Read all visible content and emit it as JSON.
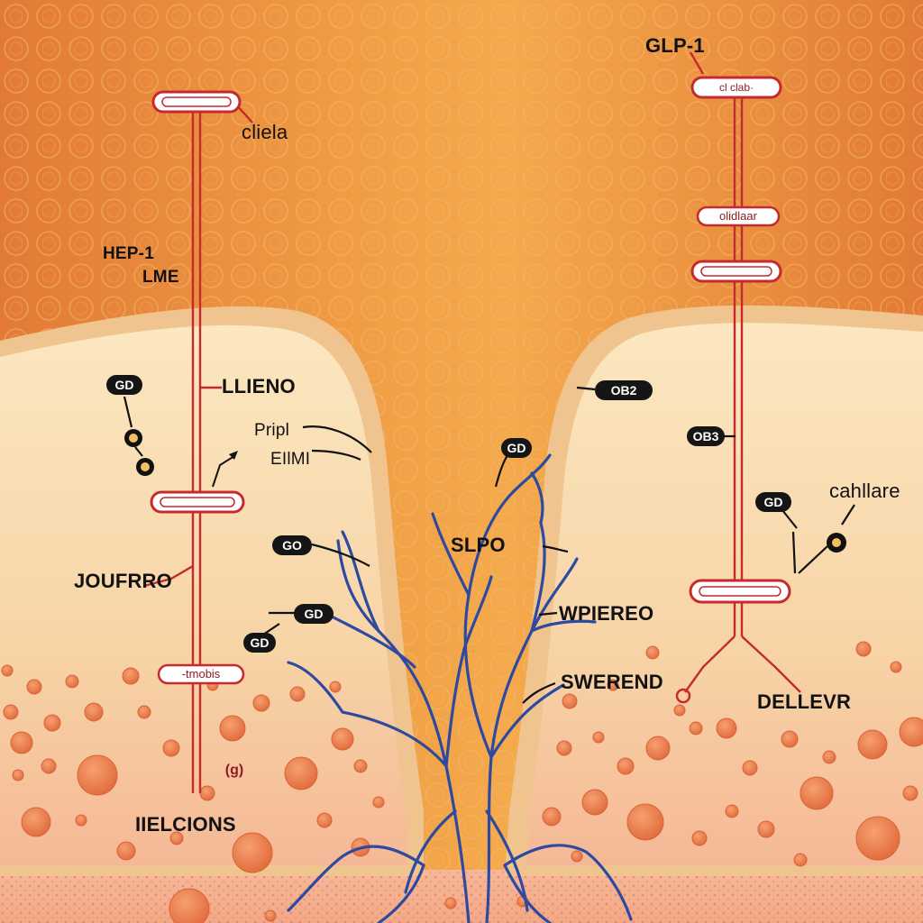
{
  "labels": {
    "glp1": "GLP-1",
    "cliela": "cliela",
    "hep1": "HEP-1",
    "lme": "LME",
    "llieno": "LLIENO",
    "pripl": "Pripl",
    "eilmi": "EIlMI",
    "jourro": "JOUFRRO",
    "slpo": "SLPO",
    "wpiereo": "WPIEREO",
    "swerend": "SWEREND",
    "dellevr": "DELLEVR",
    "cahllare": "cahllare",
    "ielcions": "IIELCIONS"
  },
  "pill_labels": {
    "top_right": "cl clab·",
    "olidaar": "olidlaar",
    "tmobi": "-tmobis",
    "gp": "(g)"
  },
  "tags": {
    "gd_left": "GD",
    "ob2": "OB2",
    "ob3": "OB3",
    "gd_right": "GD",
    "gp_center": "GD",
    "go_mid": "GO",
    "gd_lower": "GD",
    "gl_lower": "GD"
  },
  "colors": {
    "background_orange": "#e98a3e",
    "cell_cream": "#f8e0b5",
    "red_line": "#c42a2e",
    "vein_blue": "#2d4aa0",
    "bubble_orange": "#e97e48"
  }
}
